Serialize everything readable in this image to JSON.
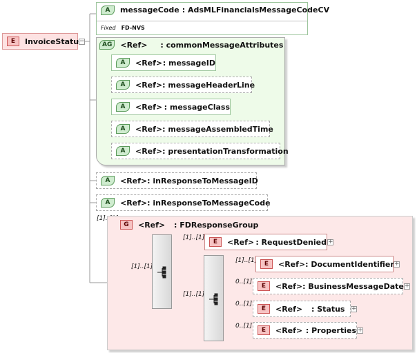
{
  "root": {
    "badge": "E",
    "label": "InvoiceStatus"
  },
  "message_code": {
    "badge": "A",
    "label": "messageCode",
    "type": ": AdsMLFinancialsMessageCodeCV",
    "fixed_label": "Fixed",
    "fixed_value": "FD-NVS"
  },
  "common_attrs": {
    "badge": "AG",
    "ref": "<Ref>",
    "label": ": commonMessageAttributes",
    "items": [
      {
        "badge": "A",
        "ref": "<Ref>",
        "label": ": messageID"
      },
      {
        "badge": "A",
        "ref": "<Ref>",
        "label": ": messageHeaderLine"
      },
      {
        "badge": "A",
        "ref": "<Ref>",
        "label": ": messageClass"
      },
      {
        "badge": "A",
        "ref": "<Ref>",
        "label": ": messageAssembledTime"
      },
      {
        "badge": "A",
        "ref": "<Ref>",
        "label": ": presentationTransformation"
      }
    ]
  },
  "in_response_id": {
    "badge": "A",
    "ref": "<Ref>",
    "label": ": inResponseToMessageID"
  },
  "in_response_code": {
    "badge": "A",
    "ref": "<Ref>",
    "label": ": inResponseToMessageCode"
  },
  "group": {
    "cardinality": "[1]..[1]",
    "badge": "G",
    "ref": "<Ref>",
    "label": ": FDResponseGroup",
    "outer_seq_card": "[1]..[1]",
    "request_denied": {
      "card": "[1]..[1]",
      "badge": "E",
      "ref": "<Ref>",
      "label": ": RequestDenied"
    },
    "inner_seq_card": "[1]..[1]",
    "inner_items": [
      {
        "card": "[1]..[1]",
        "badge": "E",
        "ref": "<Ref>",
        "label": ": DocumentIdentifier"
      },
      {
        "card": "0..[1]",
        "badge": "E",
        "ref": "<Ref>",
        "label": ": BusinessMessageDate"
      },
      {
        "card": "0..[1]",
        "badge": "E",
        "ref": "<Ref>",
        "label": ": Status"
      },
      {
        "card": "0..[1]",
        "badge": "E",
        "ref": "<Ref>",
        "label": ": Properties"
      }
    ]
  }
}
